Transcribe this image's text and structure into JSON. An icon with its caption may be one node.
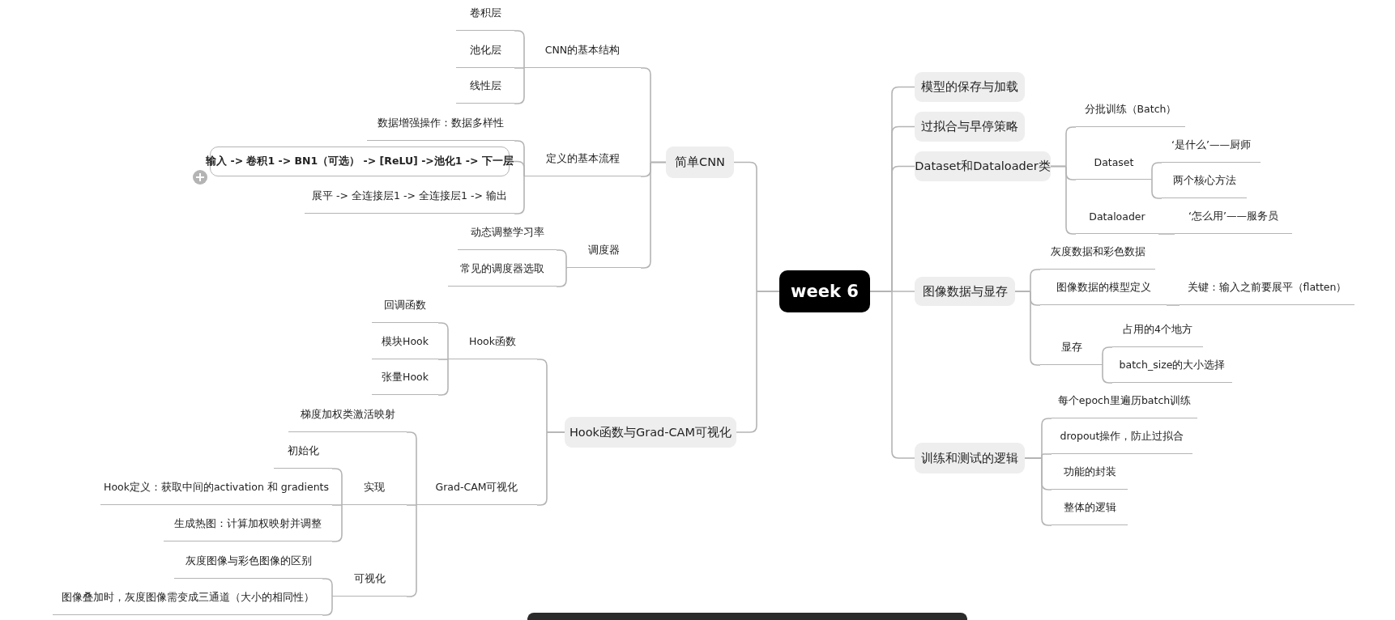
{
  "diagram": {
    "nodes": [
      {
        "text": [
          "week  6"
        ]
      },
      {
        "text": [
          "简单CNN"
        ]
      },
      {
        "text": [
          "CNN的基本结构"
        ]
      },
      {
        "text": [
          "卷积层"
        ]
      },
      {
        "text": [
          "池化层"
        ]
      },
      {
        "text": [
          "线性层"
        ]
      },
      {
        "text": [
          "定义的基本流程"
        ]
      },
      {
        "text": [
          "数据增强操作：数据多样性"
        ]
      },
      {
        "text": [
          "输入 -> 卷积1 -> BN1（可选） -> [ReLU] ->池化1 -> 下一层"
        ]
      },
      {
        "text": [
          "展平 -> 全连接层1 -> 全连接层1 -> 输出"
        ]
      },
      {
        "text": [
          "调度器"
        ]
      },
      {
        "text": [
          "动态调整学习率"
        ]
      },
      {
        "text": [
          "常见的调度器选取"
        ]
      },
      {
        "text": [
          "Hook函数与Grad-CAM可视化"
        ]
      },
      {
        "text": [
          "Hook函数"
        ]
      },
      {
        "text": [
          "回调函数"
        ]
      },
      {
        "text": [
          "模块Hook"
        ]
      },
      {
        "text": [
          "张量Hook"
        ]
      },
      {
        "text": [
          "Grad-CAM可视化"
        ]
      },
      {
        "text": [
          "梯度加权类激活映射"
        ]
      },
      {
        "text": [
          "实现"
        ]
      },
      {
        "text": [
          "初始化"
        ]
      },
      {
        "text": [
          "Hook定义：获取中间的activation 和 gradients"
        ]
      },
      {
        "text": [
          "生成热图：计算加权映射并调整"
        ]
      },
      {
        "text": [
          "可视化"
        ]
      },
      {
        "text": [
          "灰度图像与彩色图像的区别"
        ]
      },
      {
        "text": [
          "图像叠加时，灰度图像需变成三通道（大小的相同性）"
        ]
      },
      {
        "text": [
          "模型的保存与加载"
        ]
      },
      {
        "text": [
          "过拟合与早停策略"
        ]
      },
      {
        "text": [
          "Dataset和Dataloader类"
        ]
      },
      {
        "text": [
          "分批训练（Batch）"
        ]
      },
      {
        "text": [
          "Dataset"
        ]
      },
      {
        "text": [
          "‘是什么’——厨师"
        ]
      },
      {
        "text": [
          "两个核心方法"
        ]
      },
      {
        "text": [
          "Dataloader"
        ]
      },
      {
        "text": [
          "‘怎么用’——服务员"
        ]
      },
      {
        "text": [
          "图像数据与显存"
        ]
      },
      {
        "text": [
          "灰度数据和彩色数据"
        ]
      },
      {
        "text": [
          "图像数据的模型定义"
        ]
      },
      {
        "text": [
          "关键：输入之前要展平（flatten）"
        ]
      },
      {
        "text": [
          "显存"
        ]
      },
      {
        "text": [
          "占用的4个地方"
        ]
      },
      {
        "text": [
          "batch_size的大小选择"
        ]
      },
      {
        "text": [
          "训练和测试的逻辑"
        ]
      },
      {
        "text": [
          "每个epoch里遍历batch训练"
        ]
      },
      {
        "text": [
          "dropout操作，防止过拟合"
        ]
      },
      {
        "text": [
          "功能的封装"
        ]
      },
      {
        "text": [
          "整体的逻辑"
        ]
      }
    ],
    "edges": [
      {
        "from": 0,
        "to": 1,
        "arrow": "none"
      },
      {
        "from": 1,
        "to": 2,
        "arrow": "none"
      },
      {
        "from": 2,
        "to": 3,
        "arrow": "none"
      },
      {
        "from": 2,
        "to": 4,
        "arrow": "none"
      },
      {
        "from": 2,
        "to": 5,
        "arrow": "none"
      },
      {
        "from": 1,
        "to": 6,
        "arrow": "none"
      },
      {
        "from": 6,
        "to": 7,
        "arrow": "none"
      },
      {
        "from": 6,
        "to": 8,
        "arrow": "none"
      },
      {
        "from": 6,
        "to": 9,
        "arrow": "none"
      },
      {
        "from": 1,
        "to": 10,
        "arrow": "none"
      },
      {
        "from": 10,
        "to": 11,
        "arrow": "none"
      },
      {
        "from": 10,
        "to": 12,
        "arrow": "none"
      },
      {
        "from": 0,
        "to": 13,
        "arrow": "none"
      },
      {
        "from": 13,
        "to": 14,
        "arrow": "none"
      },
      {
        "from": 14,
        "to": 15,
        "arrow": "none"
      },
      {
        "from": 14,
        "to": 16,
        "arrow": "none"
      },
      {
        "from": 14,
        "to": 17,
        "arrow": "none"
      },
      {
        "from": 13,
        "to": 18,
        "arrow": "none"
      },
      {
        "from": 18,
        "to": 19,
        "arrow": "none"
      },
      {
        "from": 18,
        "to": 20,
        "arrow": "none"
      },
      {
        "from": 20,
        "to": 21,
        "arrow": "none"
      },
      {
        "from": 20,
        "to": 22,
        "arrow": "none"
      },
      {
        "from": 20,
        "to": 23,
        "arrow": "none"
      },
      {
        "from": 18,
        "to": 24,
        "arrow": "none"
      },
      {
        "from": 24,
        "to": 25,
        "arrow": "none"
      },
      {
        "from": 24,
        "to": 26,
        "arrow": "none"
      },
      {
        "from": 0,
        "to": 27,
        "arrow": "none"
      },
      {
        "from": 0,
        "to": 28,
        "arrow": "none"
      },
      {
        "from": 0,
        "to": 29,
        "arrow": "none"
      },
      {
        "from": 29,
        "to": 30,
        "arrow": "none"
      },
      {
        "from": 29,
        "to": 31,
        "arrow": "none"
      },
      {
        "from": 31,
        "to": 32,
        "arrow": "none"
      },
      {
        "from": 31,
        "to": 33,
        "arrow": "none"
      },
      {
        "from": 29,
        "to": 34,
        "arrow": "none"
      },
      {
        "from": 34,
        "to": 35,
        "arrow": "none"
      },
      {
        "from": 0,
        "to": 36,
        "arrow": "none"
      },
      {
        "from": 36,
        "to": 37,
        "arrow": "none"
      },
      {
        "from": 36,
        "to": 38,
        "arrow": "none"
      },
      {
        "from": 38,
        "to": 39,
        "arrow": "none"
      },
      {
        "from": 36,
        "to": 40,
        "arrow": "none"
      },
      {
        "from": 40,
        "to": 41,
        "arrow": "none"
      },
      {
        "from": 40,
        "to": 42,
        "arrow": "none"
      },
      {
        "from": 0,
        "to": 43,
        "arrow": "none"
      },
      {
        "from": 43,
        "to": 44,
        "arrow": "none"
      },
      {
        "from": 43,
        "to": 45,
        "arrow": "none"
      },
      {
        "from": 43,
        "to": 46,
        "arrow": "none"
      },
      {
        "from": 43,
        "to": 47,
        "arrow": "none"
      }
    ]
  }
}
